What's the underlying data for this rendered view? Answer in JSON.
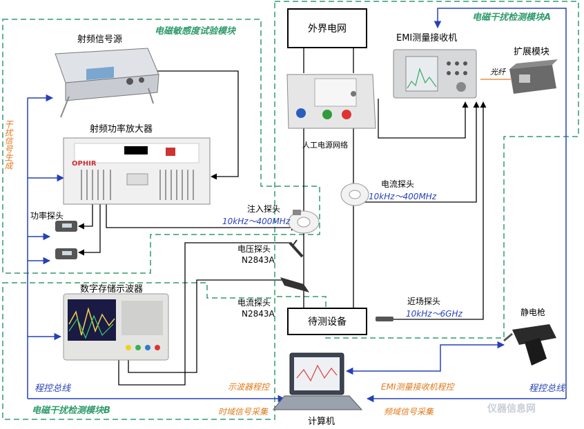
{
  "modules": {
    "susceptibility": "电磁敏感度试验模块",
    "emi_a": "电磁干扰检测模块A",
    "emi_b": "电磁干扰检测模块B"
  },
  "devices": {
    "rf_source": "射频信号源",
    "rf_amp": "射频功率放大器",
    "power_probe": "功率探头",
    "scope": "数字存储示波器",
    "grid": "外界电网",
    "lisn": "人工电源网络",
    "emi_receiver": "EMI测量接收机",
    "extension": "扩展模块",
    "fiber": "光纤",
    "dut": "待测设备",
    "esd_gun": "静电枪",
    "computer": "计算机",
    "amp_brand": "OPHIR"
  },
  "probes": {
    "injection": "注入探头",
    "injection_range": "10kHz～400MHz",
    "current_probe_right": "电流探头",
    "current_probe_right_range": "10kHz～400MHz",
    "voltage": "电压探头",
    "voltage_model": "N2843A",
    "current_probe_left": "电流探头",
    "current_probe_left_model": "N2843A",
    "near_field": "近场探头",
    "near_field_range": "10kHz～6GHz"
  },
  "bus": {
    "interference_gen": "干扰信号生成",
    "bus_left": "程控总线",
    "bus_right": "程控总线",
    "scope_control": "示波器程控",
    "time_domain": "时域信号采集",
    "emi_control": "EMI测量接收机程控",
    "freq_domain": "频域信号采集"
  },
  "watermark": "仪器信息网",
  "colors": {
    "module_border": "#2e9b6c",
    "bus_line": "#2540b8",
    "control_text": "#e07a1a",
    "signal_line": "#000000"
  }
}
